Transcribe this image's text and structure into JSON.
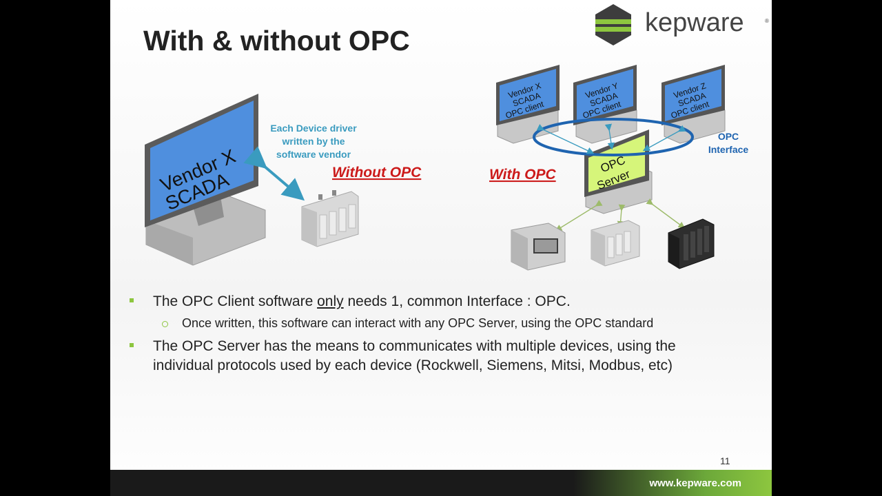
{
  "slide": {
    "title": "With & without OPC",
    "page_number": "11"
  },
  "logo": {
    "text": "kepware",
    "registered": "®"
  },
  "left_diagram": {
    "monitor_text_line1": "Vendor X",
    "monitor_text_line2": "SCADA",
    "driver_note_line1": "Each Device driver",
    "driver_note_line2": "written by the",
    "driver_note_line3": "software vendor",
    "label": "Without OPC"
  },
  "right_diagram": {
    "client_x": [
      "Vendor X",
      "SCADA",
      "OPC client"
    ],
    "client_y": [
      "Vendor Y",
      "SCADA",
      "OPC client"
    ],
    "client_z": [
      "Vendor Z",
      "SCADA",
      "OPC client"
    ],
    "server": [
      "OPC",
      "Server"
    ],
    "interface_line1": "OPC",
    "interface_line2": "Interface",
    "label": "With OPC"
  },
  "bullets": {
    "b1_pre": "The OPC Client software ",
    "b1_underline": "only",
    "b1_post": " needs 1, common Interface : OPC.",
    "b1_sub": "Once written, this software can interact with any OPC Server, using the OPC standard",
    "b2_line1": "The OPC Server has the means to communicates with multiple devices, using the",
    "b2_line2": "individual  protocols used by each device (Rockwell, Siemens, Mitsi, Modbus, etc)"
  },
  "footer": {
    "url": "www.kepware.com"
  },
  "colors": {
    "accent_green": "#8dc63f",
    "label_red": "#cc1a1a",
    "note_blue": "#3a9bbf",
    "ellipse_blue": "#1f64b0",
    "screen_blue": "#4f8fde",
    "server_screen": "#d6f57a"
  }
}
